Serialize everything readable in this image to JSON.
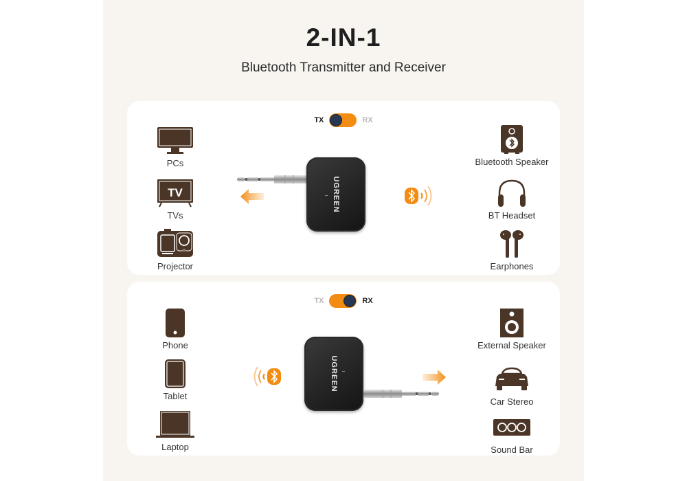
{
  "header": {
    "title": "2-IN-1",
    "subtitle": "Bluetooth Transmitter and Receiver"
  },
  "colors": {
    "accent": "#f28c13",
    "icon_brown": "#4a3526",
    "knob_navy": "#263853",
    "background": "#f8f5f1",
    "card": "#ffffff"
  },
  "transmitter_panel": {
    "toggle": {
      "left_label": "TX",
      "right_label": "RX",
      "active": "TX"
    },
    "device_brand": "UGREEN",
    "sources": [
      {
        "icon": "monitor-icon",
        "label": "PCs"
      },
      {
        "icon": "tv-icon",
        "label": "TVs"
      },
      {
        "icon": "projector-icon",
        "label": "Projector"
      }
    ],
    "targets": [
      {
        "icon": "bluetooth-speaker-icon",
        "label": "Bluetooth Speaker"
      },
      {
        "icon": "headset-icon",
        "label": "BT Headset"
      },
      {
        "icon": "earphones-icon",
        "label": "Earphones"
      }
    ]
  },
  "receiver_panel": {
    "toggle": {
      "left_label": "TX",
      "right_label": "RX",
      "active": "RX"
    },
    "device_brand": "UGREEN",
    "sources": [
      {
        "icon": "phone-icon",
        "label": "Phone"
      },
      {
        "icon": "tablet-icon",
        "label": "Tablet"
      },
      {
        "icon": "laptop-icon",
        "label": "Laptop"
      }
    ],
    "targets": [
      {
        "icon": "speaker-icon",
        "label": "External Speaker"
      },
      {
        "icon": "car-icon",
        "label": "Car Stereo"
      },
      {
        "icon": "soundbar-icon",
        "label": "Sound Bar"
      }
    ]
  }
}
